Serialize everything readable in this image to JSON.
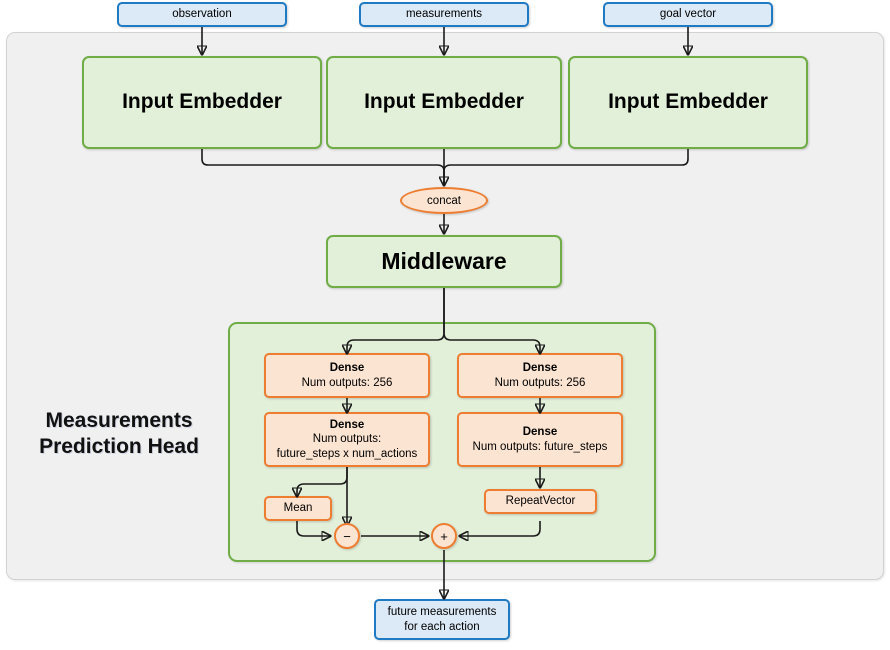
{
  "diagram": {
    "title": "Measurements Prediction Head",
    "inputs": [
      {
        "id": "observation",
        "label": "observation"
      },
      {
        "id": "measurements",
        "label": "measurements"
      },
      {
        "id": "goal-vector",
        "label": "goal vector"
      }
    ],
    "embedders": [
      {
        "label": "Input Embedder"
      },
      {
        "label": "Input Embedder"
      },
      {
        "label": "Input Embedder"
      }
    ],
    "concat": {
      "label": "concat"
    },
    "middleware": {
      "label": "Middleware"
    },
    "head": {
      "title_line1": "Measurements",
      "title_line2": "Prediction Head",
      "left_branch": {
        "dense1": {
          "line1": "Dense",
          "line2": "Num outputs: 256"
        },
        "dense2": {
          "line1": "Dense",
          "line2": "Num outputs:",
          "line3": "future_steps x num_actions"
        },
        "mean": {
          "label": "Mean"
        }
      },
      "right_branch": {
        "dense1": {
          "line1": "Dense",
          "line2": "Num outputs: 256"
        },
        "dense2": {
          "line1": "Dense",
          "line2": "Num outputs: future_steps"
        },
        "repeat_vector": {
          "label": "RepeatVector"
        }
      },
      "ops": [
        {
          "id": "subtract-op",
          "label": "−"
        },
        {
          "id": "add-op",
          "label": "+"
        }
      ]
    },
    "output": {
      "line1": "future measurements",
      "line2": "for each action"
    },
    "colors": {
      "io_fill": "#dce9f6",
      "io_border": "#1f7ac4",
      "module_fill": "#e2efd9",
      "module_border": "#70ad47",
      "layer_fill": "#fce4d2",
      "layer_border": "#ed7d31",
      "container_fill": "#f0f0f0",
      "container_border": "#d2d2d2",
      "edge": "#1a1a1a"
    }
  }
}
